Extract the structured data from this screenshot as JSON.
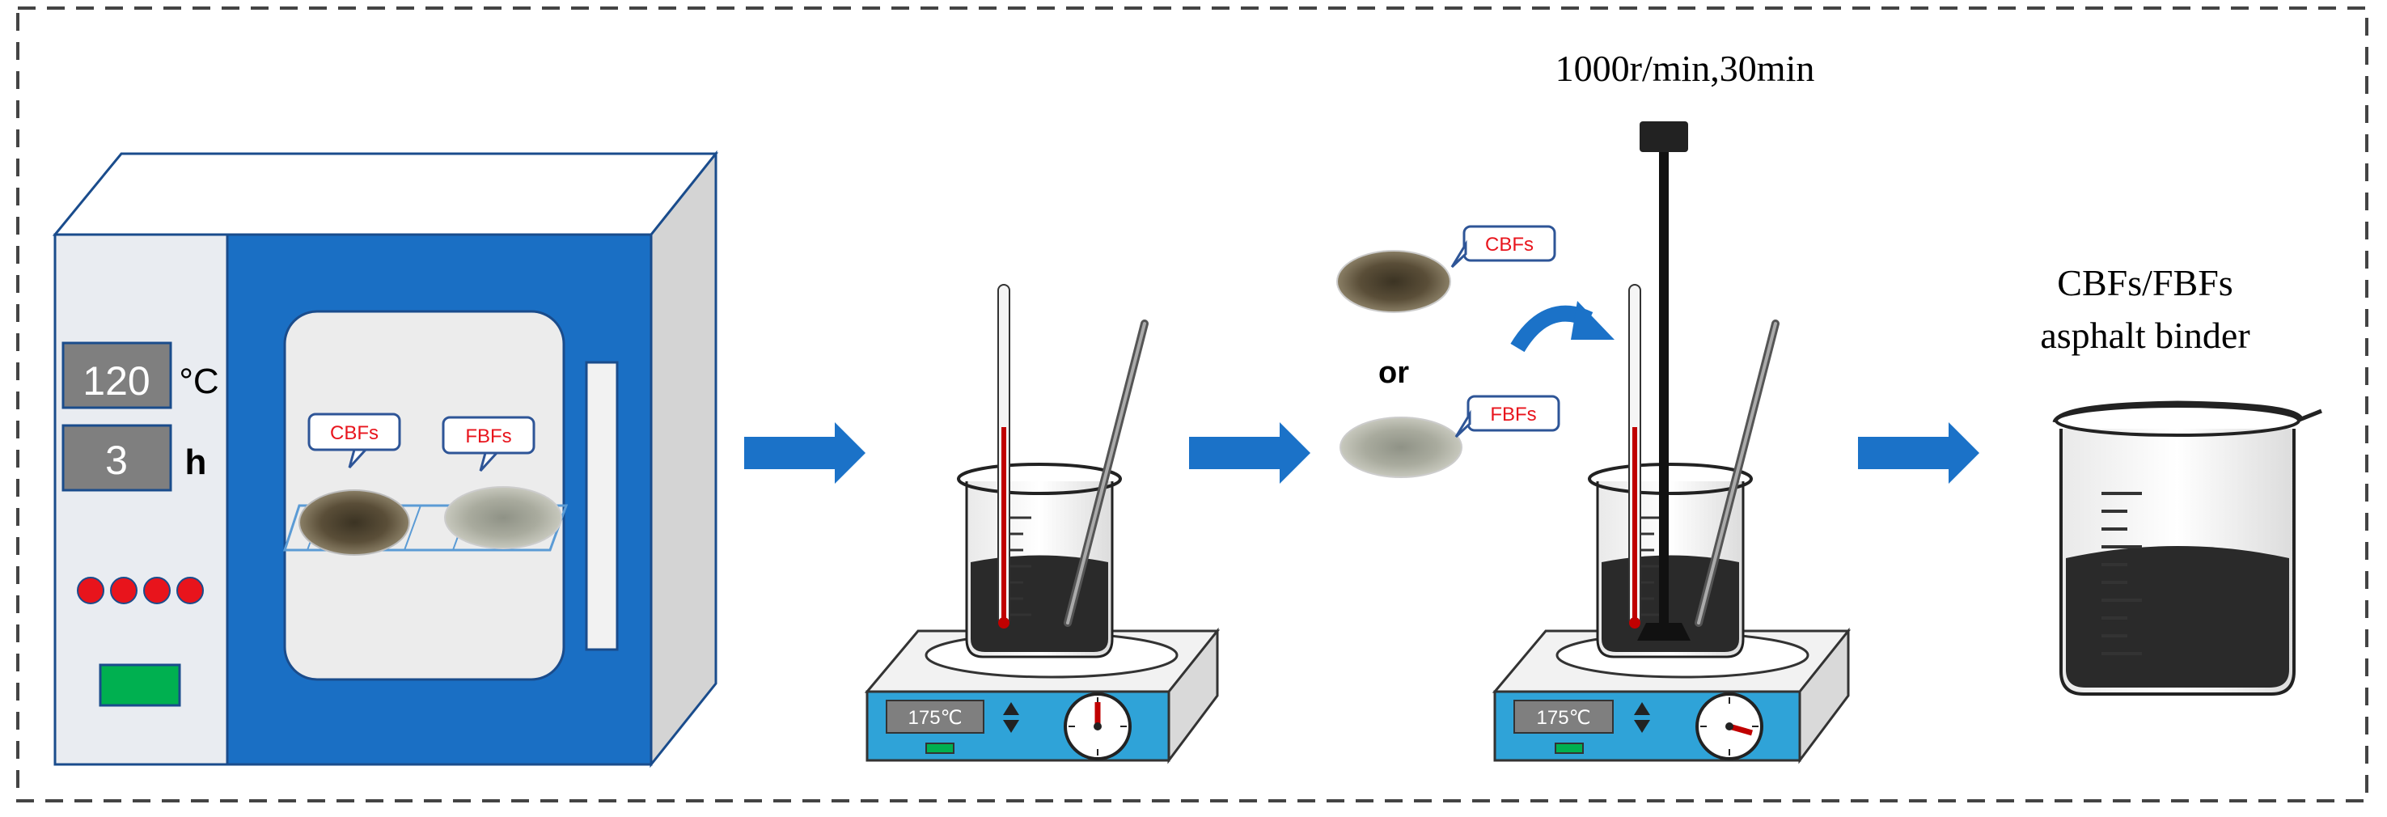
{
  "oven": {
    "temperature": "120",
    "temp_unit": "°C",
    "time": "3",
    "time_unit": "h",
    "tray_label_left": "CBFs",
    "tray_label_right": "FBFs"
  },
  "stir_plate_1": {
    "display": "175℃"
  },
  "fibers": {
    "label_top": "CBFs",
    "connector": "or",
    "label_bottom": "FBFs"
  },
  "stirrer": {
    "speed_time": "1000r/min,30min"
  },
  "stir_plate_2": {
    "display": "175℃"
  },
  "product": {
    "line1": "CBFs/FBFs",
    "line2": "asphalt binder"
  },
  "colors": {
    "oven_blue": "#1a6fc4",
    "arrow_blue": "#1b72c8",
    "plate_cyan": "#2fa3d8",
    "asphalt": "#2a2a2a",
    "label_red": "#e8141c",
    "display_gray": "#7f7f7f"
  }
}
